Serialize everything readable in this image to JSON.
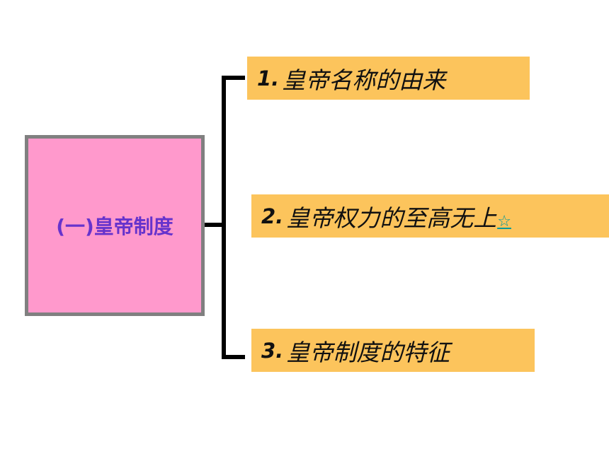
{
  "root": {
    "label": "(一)皇帝制度",
    "fill_color": "#ff99cc",
    "border_color": "#808080",
    "text_color": "#6633cc"
  },
  "items": [
    {
      "num": "1.",
      "text": "皇帝名称的由来"
    },
    {
      "num": "2.",
      "text": "皇帝权力的至高无上",
      "link_icon": "star-outline-icon",
      "link_glyph": "☆"
    },
    {
      "num": "3.",
      "text": "皇帝制度的特征"
    }
  ],
  "colors": {
    "item_fill": "#fcc45c",
    "bracket": "#000000",
    "link": "#009999"
  }
}
